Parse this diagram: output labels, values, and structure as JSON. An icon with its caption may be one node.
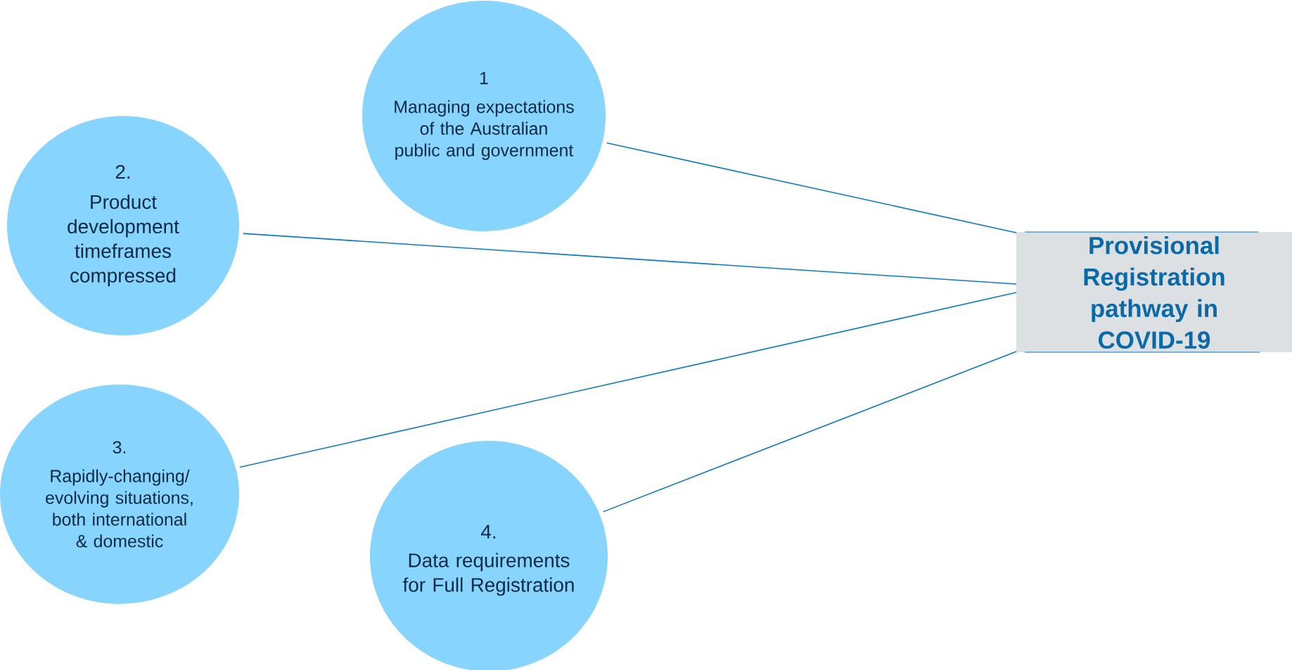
{
  "diagram": {
    "nodes": [
      {
        "text": [
          "1",
          "Managing expectations of the Australian public and government"
        ]
      },
      {
        "text": [
          "2.",
          "Product development timeframes compressed"
        ]
      },
      {
        "text": [
          "3.",
          "Rapidly-changing/ evolving situations, both international & domestic"
        ]
      },
      {
        "text": [
          "4.",
          "Data requirements for Full Registration"
        ]
      },
      {
        "text": [
          "Provisional Registration pathway in COVID-19"
        ]
      }
    ],
    "edges": [
      {
        "from": 0,
        "to": 4,
        "arrow": "none"
      },
      {
        "from": 1,
        "to": 4,
        "arrow": "none"
      },
      {
        "from": 2,
        "to": 4,
        "arrow": "none"
      },
      {
        "from": 3,
        "to": 4,
        "arrow": "none"
      }
    ]
  }
}
